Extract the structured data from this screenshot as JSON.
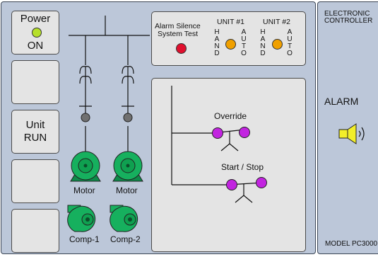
{
  "power": {
    "title": "Power",
    "state": "ON",
    "led_color": "#b6e02a"
  },
  "unit_run": {
    "line1": "Unit",
    "line2": "RUN"
  },
  "alarm_silence": {
    "line1": "Alarm Silence",
    "line2": "System Test",
    "led_color": "#e0102e"
  },
  "units": [
    {
      "title": "UNIT #1",
      "hand": "HAND",
      "auto": "AUTO",
      "led_color": "#f0a000"
    },
    {
      "title": "UNIT #2",
      "hand": "HAND",
      "auto": "AUTO",
      "led_color": "#f0a000"
    }
  ],
  "logic": {
    "override_label": "Override",
    "start_stop_label": "Start / Stop",
    "contact_color": "#c224e0"
  },
  "equipment": {
    "motors": [
      {
        "label": "Motor"
      },
      {
        "label": "Motor"
      }
    ],
    "compressors": [
      {
        "label": "Comp-1"
      },
      {
        "label": "Comp-2"
      }
    ],
    "motor_color": "#16b05e"
  },
  "controller": {
    "title_line1": "ELECTRONIC",
    "title_line2": "CONTROLLER",
    "alarm_label": "ALARM",
    "model": "MODEL PC3000"
  }
}
